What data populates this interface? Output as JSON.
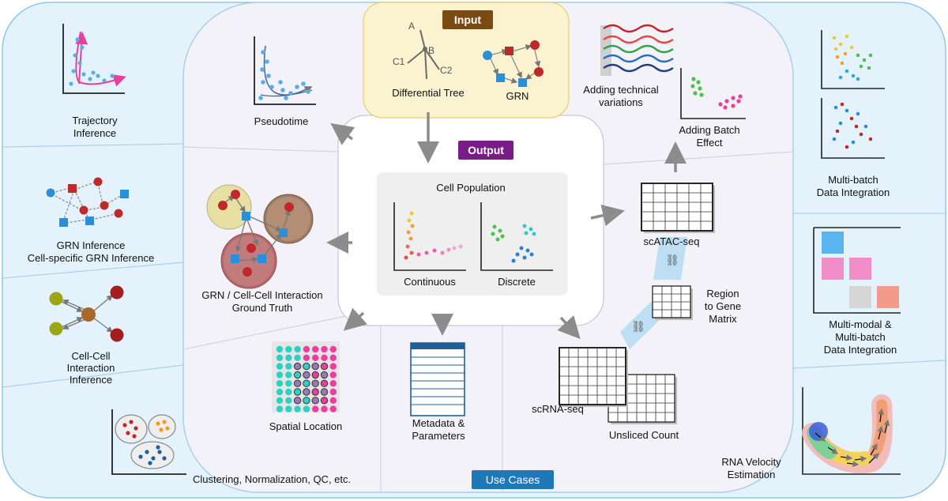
{
  "badges": {
    "input": "Input",
    "output": "Output",
    "use_cases": "Use Cases"
  },
  "input_panel": {
    "tree_title": "Differential Tree",
    "node_a": "A",
    "node_b": "B",
    "node_c1": "C1",
    "node_c2": "C2",
    "grn_title": "GRN"
  },
  "output_panel": {
    "population_title": "Cell Population",
    "continuous": "Continuous",
    "discrete": "Discrete"
  },
  "outputs": {
    "pseudotime": "Pseudotime",
    "ground_truth_line1": "GRN / Cell-Cell Interaction",
    "ground_truth_line2": "Ground Truth",
    "spatial": "Spatial Location",
    "metadata_line1": "Metadata &",
    "metadata_line2": "Parameters",
    "scatac": "scATAC-seq",
    "region_line1": "Region",
    "region_line2": "to Gene",
    "region_line3": "Matrix",
    "scrna": "scRNA-seq",
    "unsliced": "Unsliced Count",
    "tech_line1": "Adding technical",
    "tech_line2": "variations",
    "batch_line1": "Adding Batch",
    "batch_line2": "Effect"
  },
  "use_cases": {
    "trajectory_line1": "Trajectory",
    "trajectory_line2": "Inference",
    "grn_line1": "GRN Inference",
    "grn_line2": "Cell-specific GRN Inference",
    "cci_line1": "Cell-Cell",
    "cci_line2": "Interaction",
    "cci_line3": "Inference",
    "clustering": "Clustering, Normalization, QC, etc.",
    "multibatch_line1": "Multi-batch",
    "multibatch_line2": "Data Integration",
    "multimodal_line1": "Multi-modal &",
    "multimodal_line2": "Multi-batch",
    "multimodal_line3": "Data Integration",
    "velocity_line1": "RNA Velocity",
    "velocity_line2": "Estimation"
  },
  "colors": {
    "outer_fill": "#e4f2fb",
    "outer_stroke": "#8fc7e8",
    "middle_fill": "#f4f2f9",
    "inner_fill": "#ffffff",
    "input_fill": "#fbf3cf",
    "input_badge": "#7b4a12",
    "output_badge": "#7a1c85",
    "usecase_badge": "#1f79b8",
    "grey_panel": "#efeff0",
    "arrow": "#8c8c8c"
  }
}
